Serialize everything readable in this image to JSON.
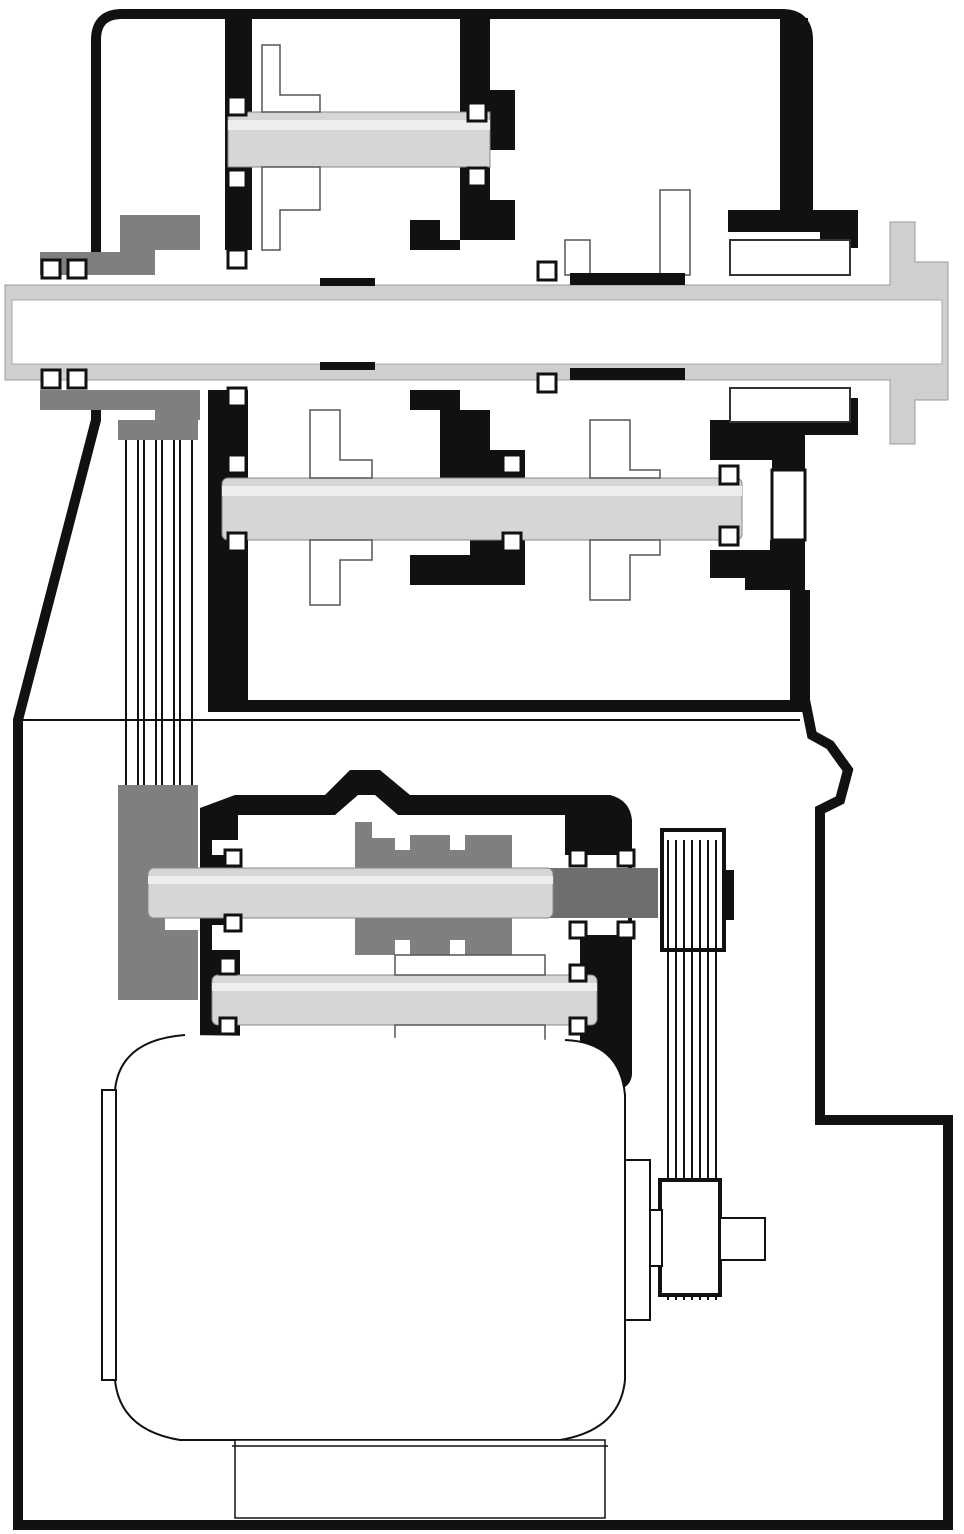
{
  "colors": {
    "paper": "#ffffff",
    "ink": "#111111",
    "dark": "#1a1a1a",
    "mid": "#7f7f7f",
    "shaft": "#d6d6d6",
    "shaft_hi": "#eeeeee",
    "line": "#222222"
  },
  "components": {
    "headstock_casing": "headstock-casing",
    "main_spindle": "main-spindle",
    "upper_shaft": "upper-countershaft",
    "middle_shaft": "intermediate-shaft",
    "gearbox": "lower-gearbox",
    "motor": "electric-motor",
    "belt_left": "left-v-belt-drive",
    "belt_right": "right-v-belt-drive"
  }
}
